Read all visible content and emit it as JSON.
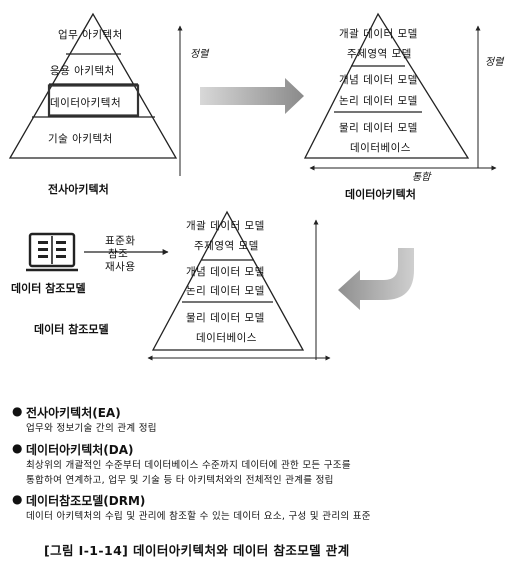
{
  "diagram1": {
    "layers": [
      "업무 아키텍처",
      "응용 아키텍처",
      "데이터아키텍처",
      "기술 아키텍처"
    ],
    "caption": "전사아키텍처",
    "axis_label": "정렬"
  },
  "diagram2": {
    "layers": [
      "개괄 데이터 모델",
      "주제영역 모델",
      "개념 데이터 모델",
      "논리 데이터 모델",
      "물리 데이터 모델",
      "데이터베이스"
    ],
    "caption": "데이터아키텍처",
    "axis_right": "정렬",
    "axis_bottom": "통합"
  },
  "diagram3": {
    "layers": [
      "개괄 데이터 모델",
      "주제영역 모델",
      "개념 데이터 모델",
      "논리 데이터 모델",
      "물리 데이터 모델",
      "데이터베이스"
    ]
  },
  "reference": {
    "arrow_labels": [
      "표준화",
      "참조",
      "재사용"
    ],
    "icon_caption": "데이터 참조모델",
    "caption": "데이터 참조모델"
  },
  "definitions": [
    {
      "term": "전사아키텍처(EA)",
      "lines": [
        "업무와 정보기술 간의 관계 정립"
      ]
    },
    {
      "term": "데이터아키텍처(DA)",
      "lines": [
        "최상위의 개괄적인 수준부터 데이터베이스 수준까지 데이터에 관한 모든 구조를",
        "통합하여 연계하고, 업무 및 기술 등 타 아키텍처와의 전체적인 관계를 정립"
      ]
    },
    {
      "term": "데이터참조모델(DRM)",
      "lines": [
        "데이터 아키텍처의 수립 및 관리에 참조할 수 있는 데이터 요소, 구성 및 관리의 표준"
      ]
    }
  ],
  "figure_caption": "[그림 Ⅰ-1-14] 데이터아키텍처와 데이터 참조모델 관계"
}
